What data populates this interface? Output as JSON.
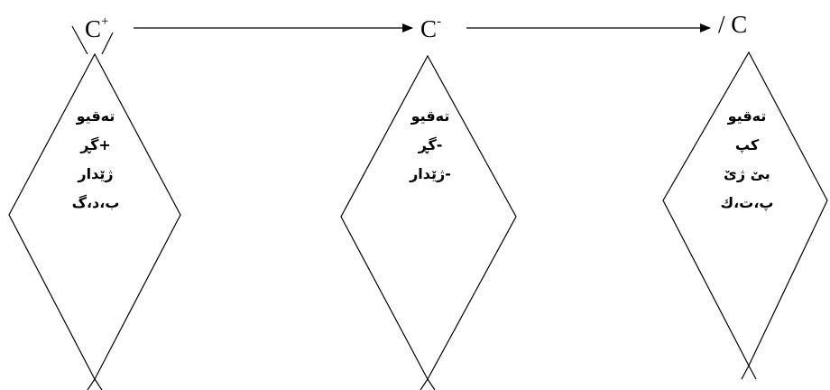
{
  "nodes": [
    {
      "base": "C",
      "sup": "+",
      "lines": [
        "تەقيو",
        "+گڕ",
        "ژێدار",
        "ب،د،گ"
      ]
    },
    {
      "base": "C",
      "sup": "-",
      "lines": [
        "تەقيو",
        "-گڕ",
        "-ژێدار"
      ]
    },
    {
      "base": "/ C",
      "sup": "",
      "lines": [
        "تەقيو",
        "كپ",
        "بێ ژێ",
        "پ،ت،ك"
      ]
    }
  ],
  "colors": {
    "stroke": "#000000",
    "text": "#000000",
    "background": "#ffffff"
  }
}
